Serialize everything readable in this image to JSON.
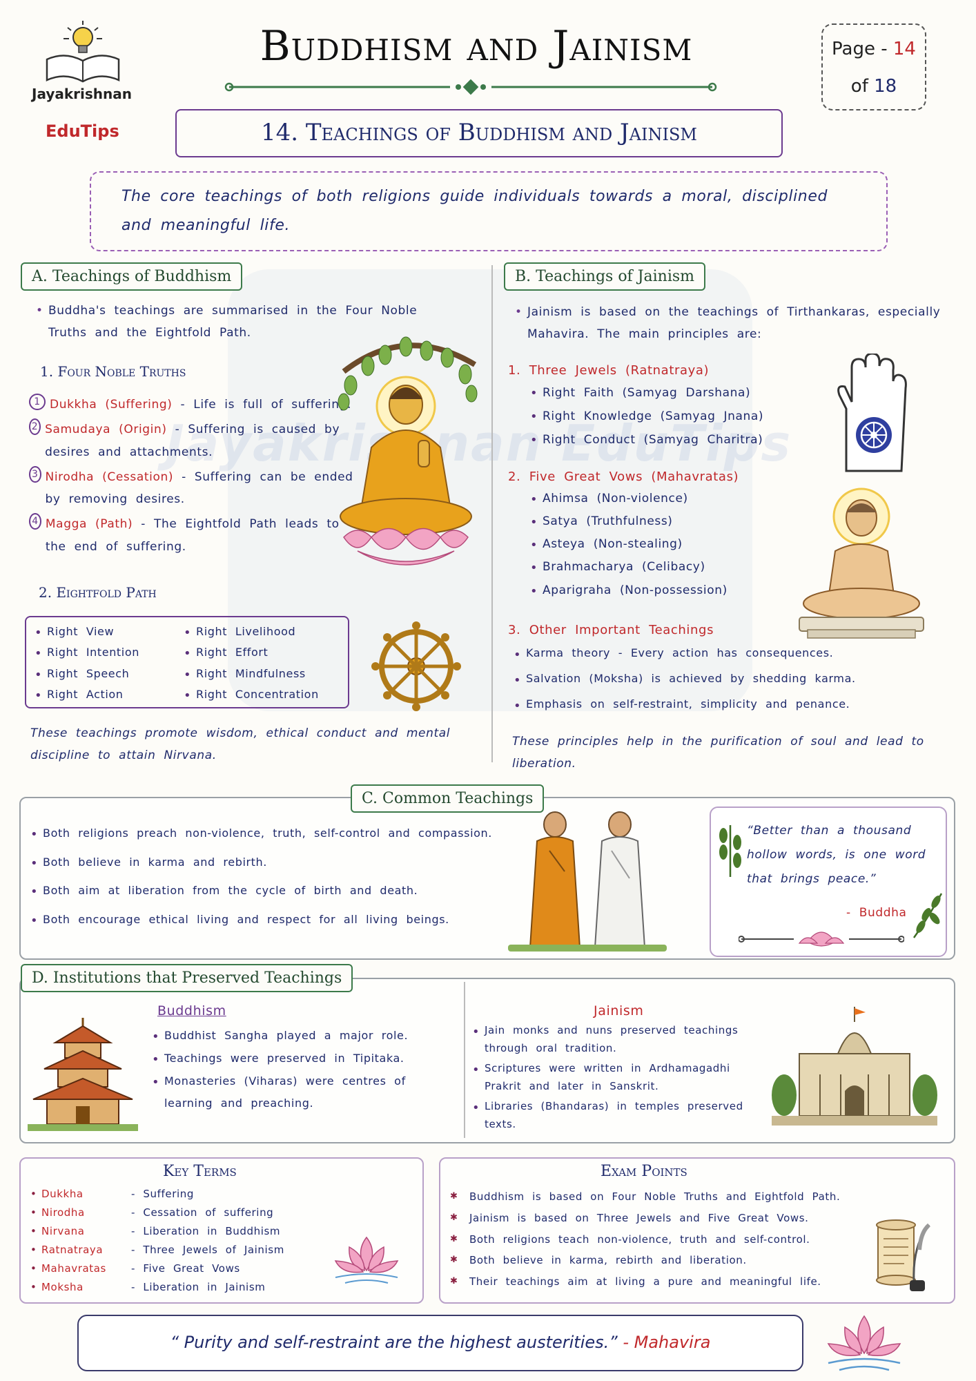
{
  "brand": {
    "name": "Jayakrishnan",
    "sub": "EduTips"
  },
  "header": {
    "title": "Buddhism and Jainism",
    "page_label": "Page -",
    "page_current": "14",
    "page_of": "of",
    "page_total": "18"
  },
  "topic": {
    "title": "14. Teachings of Buddhism and Jainism"
  },
  "intro": "The core teachings of both religions guide individuals towards a moral, disciplined and meaningful life.",
  "watermark": "Jayakrishnan EduTips",
  "section_a": {
    "title": "A. Teachings of Buddhism",
    "intro": "Buddha's teachings are summarised in the Four Noble Truths and the Eightfold Path.",
    "truths_title": "1. Four Noble Truths",
    "truths": [
      {
        "num": "1",
        "term": "Dukkha (Suffering)",
        "desc": "- Life is full of suffering."
      },
      {
        "num": "2",
        "term": "Samudaya (Origin)",
        "desc": "- Suffering is caused by desires and attachments."
      },
      {
        "num": "3",
        "term": "Nirodha (Cessation)",
        "desc": "- Suffering can be ended by removing desires."
      },
      {
        "num": "4",
        "term": "Magga (Path)",
        "desc": "- The Eightfold Path leads to the end of suffering."
      }
    ],
    "path_title": "2. Eightfold Path",
    "path_left": [
      "Right View",
      "Right Intention",
      "Right Speech",
      "Right Action"
    ],
    "path_right": [
      "Right Livelihood",
      "Right Effort",
      "Right Mindfulness",
      "Right Concentration"
    ],
    "closing": "These teachings promote wisdom, ethical conduct and mental discipline to attain Nirvana."
  },
  "section_b": {
    "title": "B. Teachings of Jainism",
    "intro": "Jainism is based on the teachings of Tirthankaras, especially Mahavira. The main principles are:",
    "jewels_title": "1. Three Jewels (Ratnatraya)",
    "jewels": [
      "Right Faith (Samyag Darshana)",
      "Right Knowledge (Samyag Jnana)",
      "Right Conduct (Samyag Charitra)"
    ],
    "vows_title": "2. Five Great Vows (Mahavratas)",
    "vows": [
      "Ahimsa (Non-violence)",
      "Satya (Truthfulness)",
      "Asteya (Non-stealing)",
      "Brahmacharya (Celibacy)",
      "Aparigraha (Non-possession)"
    ],
    "other_title": "3. Other Important Teachings",
    "other": [
      "Karma theory - Every action has consequences.",
      "Salvation (Moksha) is achieved by shedding karma.",
      "Emphasis on self-restraint, simplicity and penance."
    ],
    "closing": "These principles help in the purification of soul and lead to liberation."
  },
  "section_c": {
    "title": "C. Common Teachings",
    "items": [
      "Both religions preach non-violence, truth, self-control and compassion.",
      "Both believe in karma and rebirth.",
      "Both aim at liberation from the cycle of birth and death.",
      "Both encourage ethical living and respect for all living beings."
    ],
    "quote": "“Better than a thousand hollow words, is one word that brings peace.”",
    "quote_author": "- Buddha"
  },
  "section_d": {
    "title": "D. Institutions that Preserved Teachings",
    "buddhism_title": "Buddhism",
    "buddhism": [
      "Buddhist Sangha played a major role.",
      "Teachings were preserved in Tipitaka.",
      "Monasteries (Viharas) were centres of learning and preaching."
    ],
    "jainism_title": "Jainism",
    "jainism": [
      "Jain monks and nuns preserved teachings through oral tradition.",
      "Scriptures were written in Ardhamagadhi Prakrit and later in Sanskrit.",
      "Libraries (Bhandaras) in temples preserved texts."
    ]
  },
  "key_terms": {
    "title": "Key Terms",
    "items": [
      {
        "term": "Dukkha",
        "def": "- Suffering"
      },
      {
        "term": "Nirodha",
        "def": "- Cessation of suffering"
      },
      {
        "term": "Nirvana",
        "def": "- Liberation in Buddhism"
      },
      {
        "term": "Ratnatraya",
        "def": "- Three Jewels of Jainism"
      },
      {
        "term": "Mahavratas",
        "def": "- Five Great Vows"
      },
      {
        "term": "Moksha",
        "def": "- Liberation in Jainism"
      }
    ]
  },
  "exam_points": {
    "title": "Exam Points",
    "items": [
      "Buddhism is based on Four Noble Truths and Eightfold Path.",
      "Jainism is based on Three Jewels and Five Great Vows.",
      "Both religions teach non-violence, truth and self-control.",
      "Both believe in karma, rebirth and liberation.",
      "Their teachings aim at living a pure and meaningful life."
    ]
  },
  "footer": {
    "quote": "“ Purity and self-restraint are the highest austerities.”",
    "author": "- Mahavira"
  },
  "colors": {
    "navy": "#1f2a6b",
    "red": "#c0282b",
    "green": "#2f6a3a",
    "purple": "#6b3a8f",
    "saffron": "#e8a21c"
  }
}
